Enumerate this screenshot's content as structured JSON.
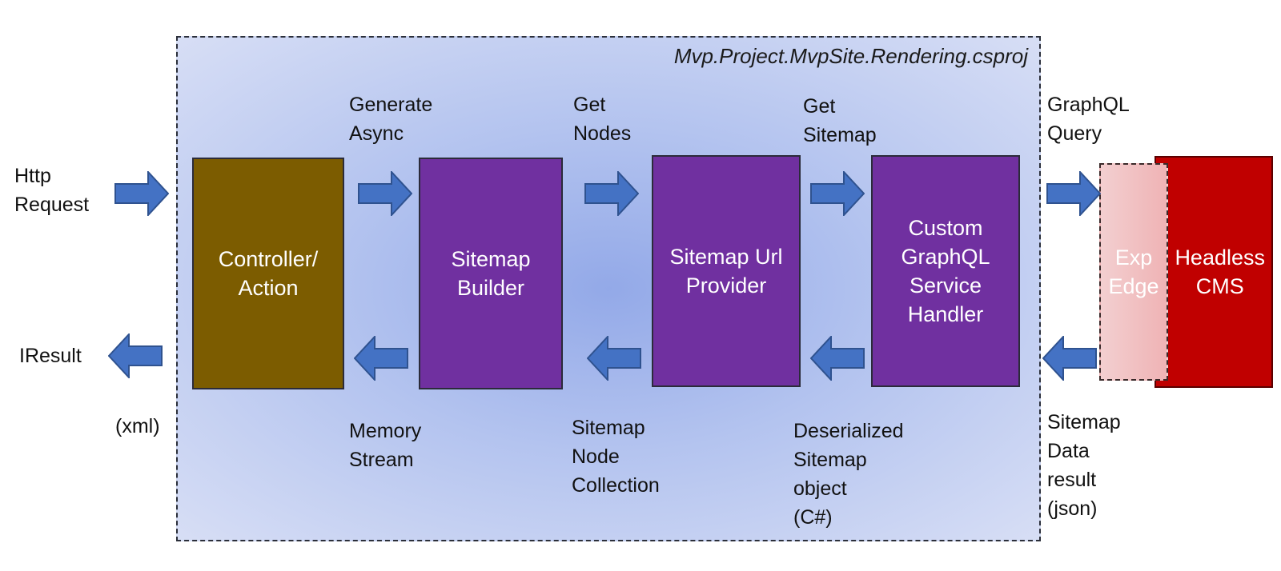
{
  "project": {
    "title": "Mvp.Project.MvpSite.Rendering.csproj"
  },
  "boxes": {
    "controller": "Controller/\nAction",
    "builder": "Sitemap\nBuilder",
    "url_provider": "Sitemap Url\nProvider",
    "handler": "Custom\nGraphQL\nService\nHandler",
    "edge": "Exp\nEdge",
    "cms": "Headless\nCMS"
  },
  "labels": {
    "http_request": "Http\nRequest",
    "generate_async": "Generate\nAsync",
    "get_nodes": "Get\nNodes",
    "get_sitemap": "Get\nSitemap",
    "graphql_query": "GraphQL\nQuery",
    "iresult": "IResult",
    "xml": "(xml)",
    "memory_stream": "Memory\nStream",
    "node_collection": "Sitemap\nNode\nCollection",
    "deserialized": "Deserialized\nSitemap\nobject\n(C#)",
    "data_result": "Sitemap\nData\nresult\n(json)"
  },
  "colors": {
    "controller": "#7c5c00",
    "component": "#7030a0",
    "cms": "#c00000",
    "edge": "#efb3b5",
    "arrow": "#4472c4",
    "frame": "#b3c3ef"
  },
  "icons": {
    "forward": "arrow-right-icon",
    "backward": "arrow-left-icon"
  }
}
